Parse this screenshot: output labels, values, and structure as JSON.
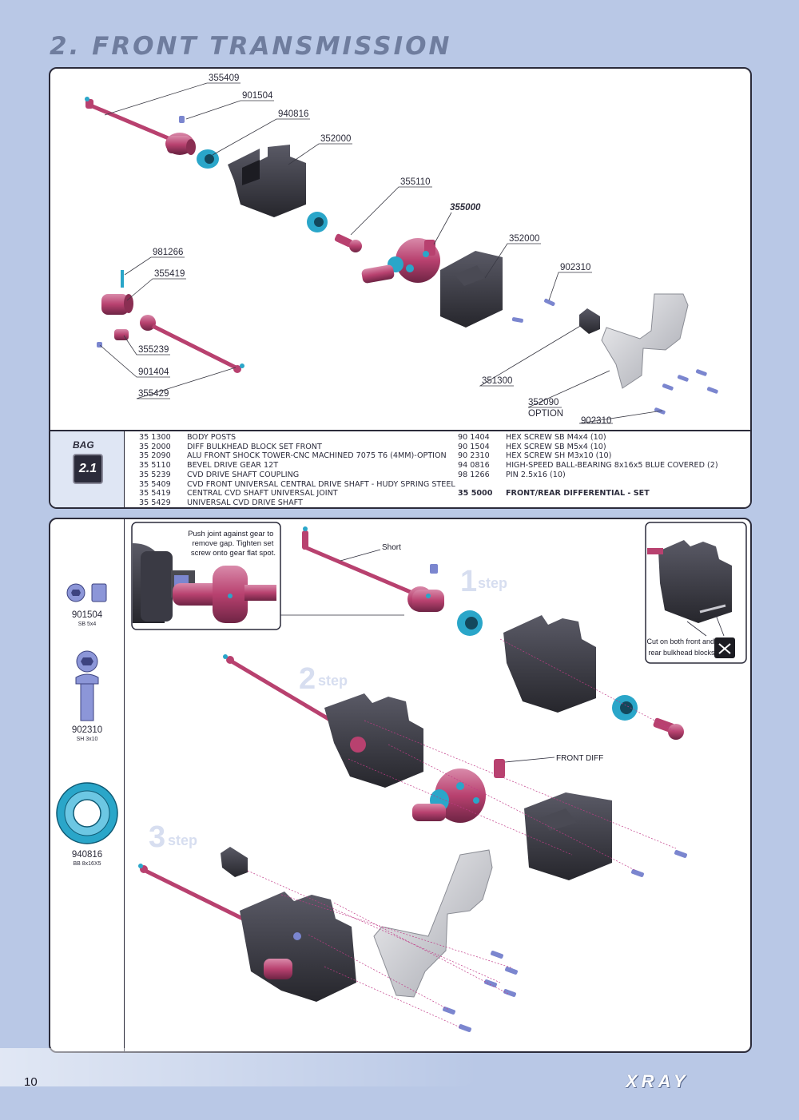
{
  "header": {
    "title": "2. FRONT TRANSMISSION"
  },
  "top_callouts": [
    {
      "id": "355409",
      "label": "355409",
      "bold": false
    },
    {
      "id": "901504",
      "label": "901504",
      "bold": false
    },
    {
      "id": "940816",
      "label": "940816",
      "bold": false
    },
    {
      "id": "352000a",
      "label": "352000",
      "bold": false
    },
    {
      "id": "355110",
      "label": "355110",
      "bold": false
    },
    {
      "id": "355000",
      "label": "355000",
      "bold": true
    },
    {
      "id": "352000b",
      "label": "352000",
      "bold": false
    },
    {
      "id": "981266",
      "label": "981266",
      "bold": false
    },
    {
      "id": "355419",
      "label": "355419",
      "bold": false
    },
    {
      "id": "902310a",
      "label": "902310",
      "bold": false
    },
    {
      "id": "355239",
      "label": "355239",
      "bold": false
    },
    {
      "id": "901404",
      "label": "901404",
      "bold": false
    },
    {
      "id": "355429",
      "label": "355429",
      "bold": false
    },
    {
      "id": "351300",
      "label": "351300",
      "bold": false
    },
    {
      "id": "352090",
      "label": "352090",
      "bold": false
    },
    {
      "id": "option",
      "label": "OPTION",
      "bold": false
    },
    {
      "id": "902310b",
      "label": "902310",
      "bold": false
    }
  ],
  "bag": {
    "label": "BAG",
    "number": "2.1"
  },
  "parts_left": [
    {
      "code": "35 1300",
      "desc": "BODY POSTS"
    },
    {
      "code": "35 2000",
      "desc": "DIFF BULKHEAD BLOCK SET FRONT"
    },
    {
      "code": "35 2090",
      "desc": "ALU FRONT SHOCK TOWER-CNC MACHINED 7075 T6 (4MM)-OPTION"
    },
    {
      "code": "35 5110",
      "desc": "BEVEL DRIVE GEAR 12T"
    },
    {
      "code": "35 5239",
      "desc": "CVD DRIVE SHAFT COUPLING"
    },
    {
      "code": "35 5409",
      "desc": "CVD FRONT UNIVERSAL CENTRAL DRIVE SHAFT - HUDY SPRING STEEL"
    },
    {
      "code": "35 5419",
      "desc": "CENTRAL CVD SHAFT UNIVERSAL JOINT"
    },
    {
      "code": "35 5429",
      "desc": "UNIVERSAL CVD DRIVE SHAFT"
    }
  ],
  "parts_right": [
    {
      "code": "90 1404",
      "desc": "HEX SCREW  SB M4x4  (10)",
      "bold": false
    },
    {
      "code": "90 1504",
      "desc": "HEX SCREW  SB M5x4  (10)",
      "bold": false
    },
    {
      "code": "90 2310",
      "desc": "HEX SCREW  SH M3x10  (10)",
      "bold": false
    },
    {
      "code": "94 0816",
      "desc": "HIGH-SPEED BALL-BEARING 8x16x5 BLUE COVERED  (2)",
      "bold": false
    },
    {
      "code": "98 1266",
      "desc": "PIN 2.5x16  (10)",
      "bold": false
    },
    {
      "code": "35 5000",
      "desc": "FRONT/REAR DIFFERENTIAL - SET",
      "bold": true
    }
  ],
  "hardware": [
    {
      "code": "901504",
      "sub": "SB 5x4",
      "icon": "set-screw-icon"
    },
    {
      "code": "902310",
      "sub": "SH 3x10",
      "icon": "hex-screw-icon"
    },
    {
      "code": "940816",
      "sub": "BB 8x16X5",
      "icon": "ball-bearing-icon"
    }
  ],
  "bottom": {
    "inset_note": [
      "Push joint against gear to",
      "remove gap.  Tighten set",
      "screw onto gear flat spot."
    ],
    "short_label": "Short",
    "front_diff_label": "FRONT DIFF",
    "cut_note": [
      "Cut on both front and",
      "rear bulkhead blocks"
    ],
    "steps": [
      {
        "num": "1",
        "word": "step"
      },
      {
        "num": "2",
        "word": "step"
      },
      {
        "num": "3",
        "word": "step"
      }
    ]
  },
  "footer": {
    "page_number": "10",
    "logo": "XRAY"
  },
  "colors": {
    "background": "#b9c8e6",
    "part_dark": "#2f2f37",
    "part_magenta": "#b8416f",
    "bearing_blue": "#2aa6c9",
    "screw_blue": "#7b86cf",
    "title": "#6f7d9e"
  }
}
